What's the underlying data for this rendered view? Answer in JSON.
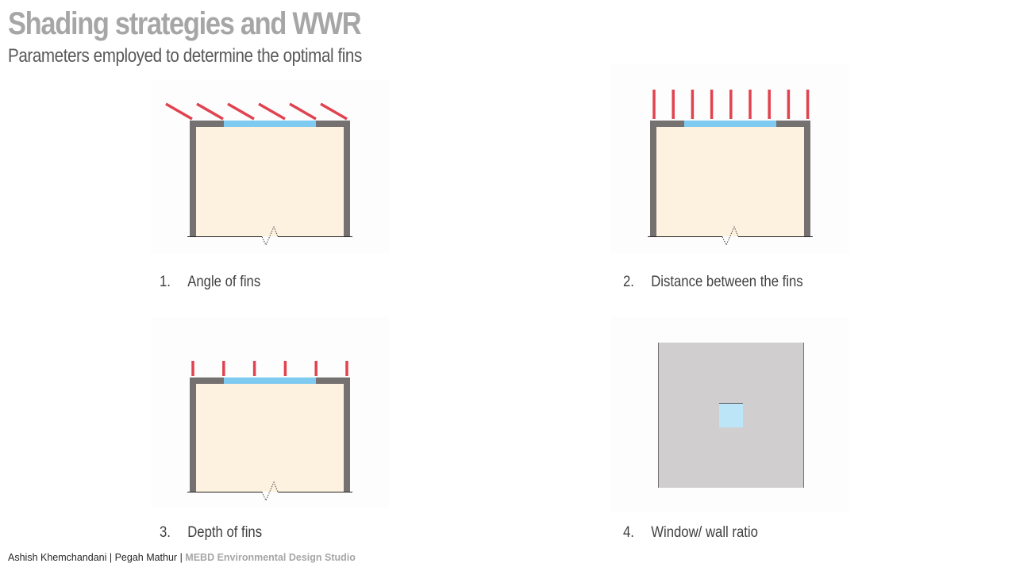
{
  "slide": {
    "title": "Shading strategies and WWR",
    "subtitle": "Parameters employed to determine the optimal fins"
  },
  "colors": {
    "wall": "#767171",
    "interior": "#fdf2e0",
    "glazing": "#7fcaf0",
    "fin": "#e0434f",
    "facade": "#d0cece",
    "window": "#bde5f8"
  },
  "diagrams": [
    {
      "number": "1.",
      "label": "Angle of fins",
      "fin_style": "angled",
      "fin_count": 6
    },
    {
      "number": "2.",
      "label": "Distance between the fins",
      "fin_style": "vertical-long",
      "fin_count": 9
    },
    {
      "number": "3.",
      "label": "Depth of fins",
      "fin_style": "vertical-short",
      "fin_count": 6
    },
    {
      "number": "4.",
      "label": "Window/ wall ratio",
      "fin_style": "none",
      "fin_count": 0
    }
  ],
  "footer": {
    "authors": "Ashish Khemchandani | Pegah Mathur | ",
    "studio": "MEBD Environmental Design Studio"
  }
}
